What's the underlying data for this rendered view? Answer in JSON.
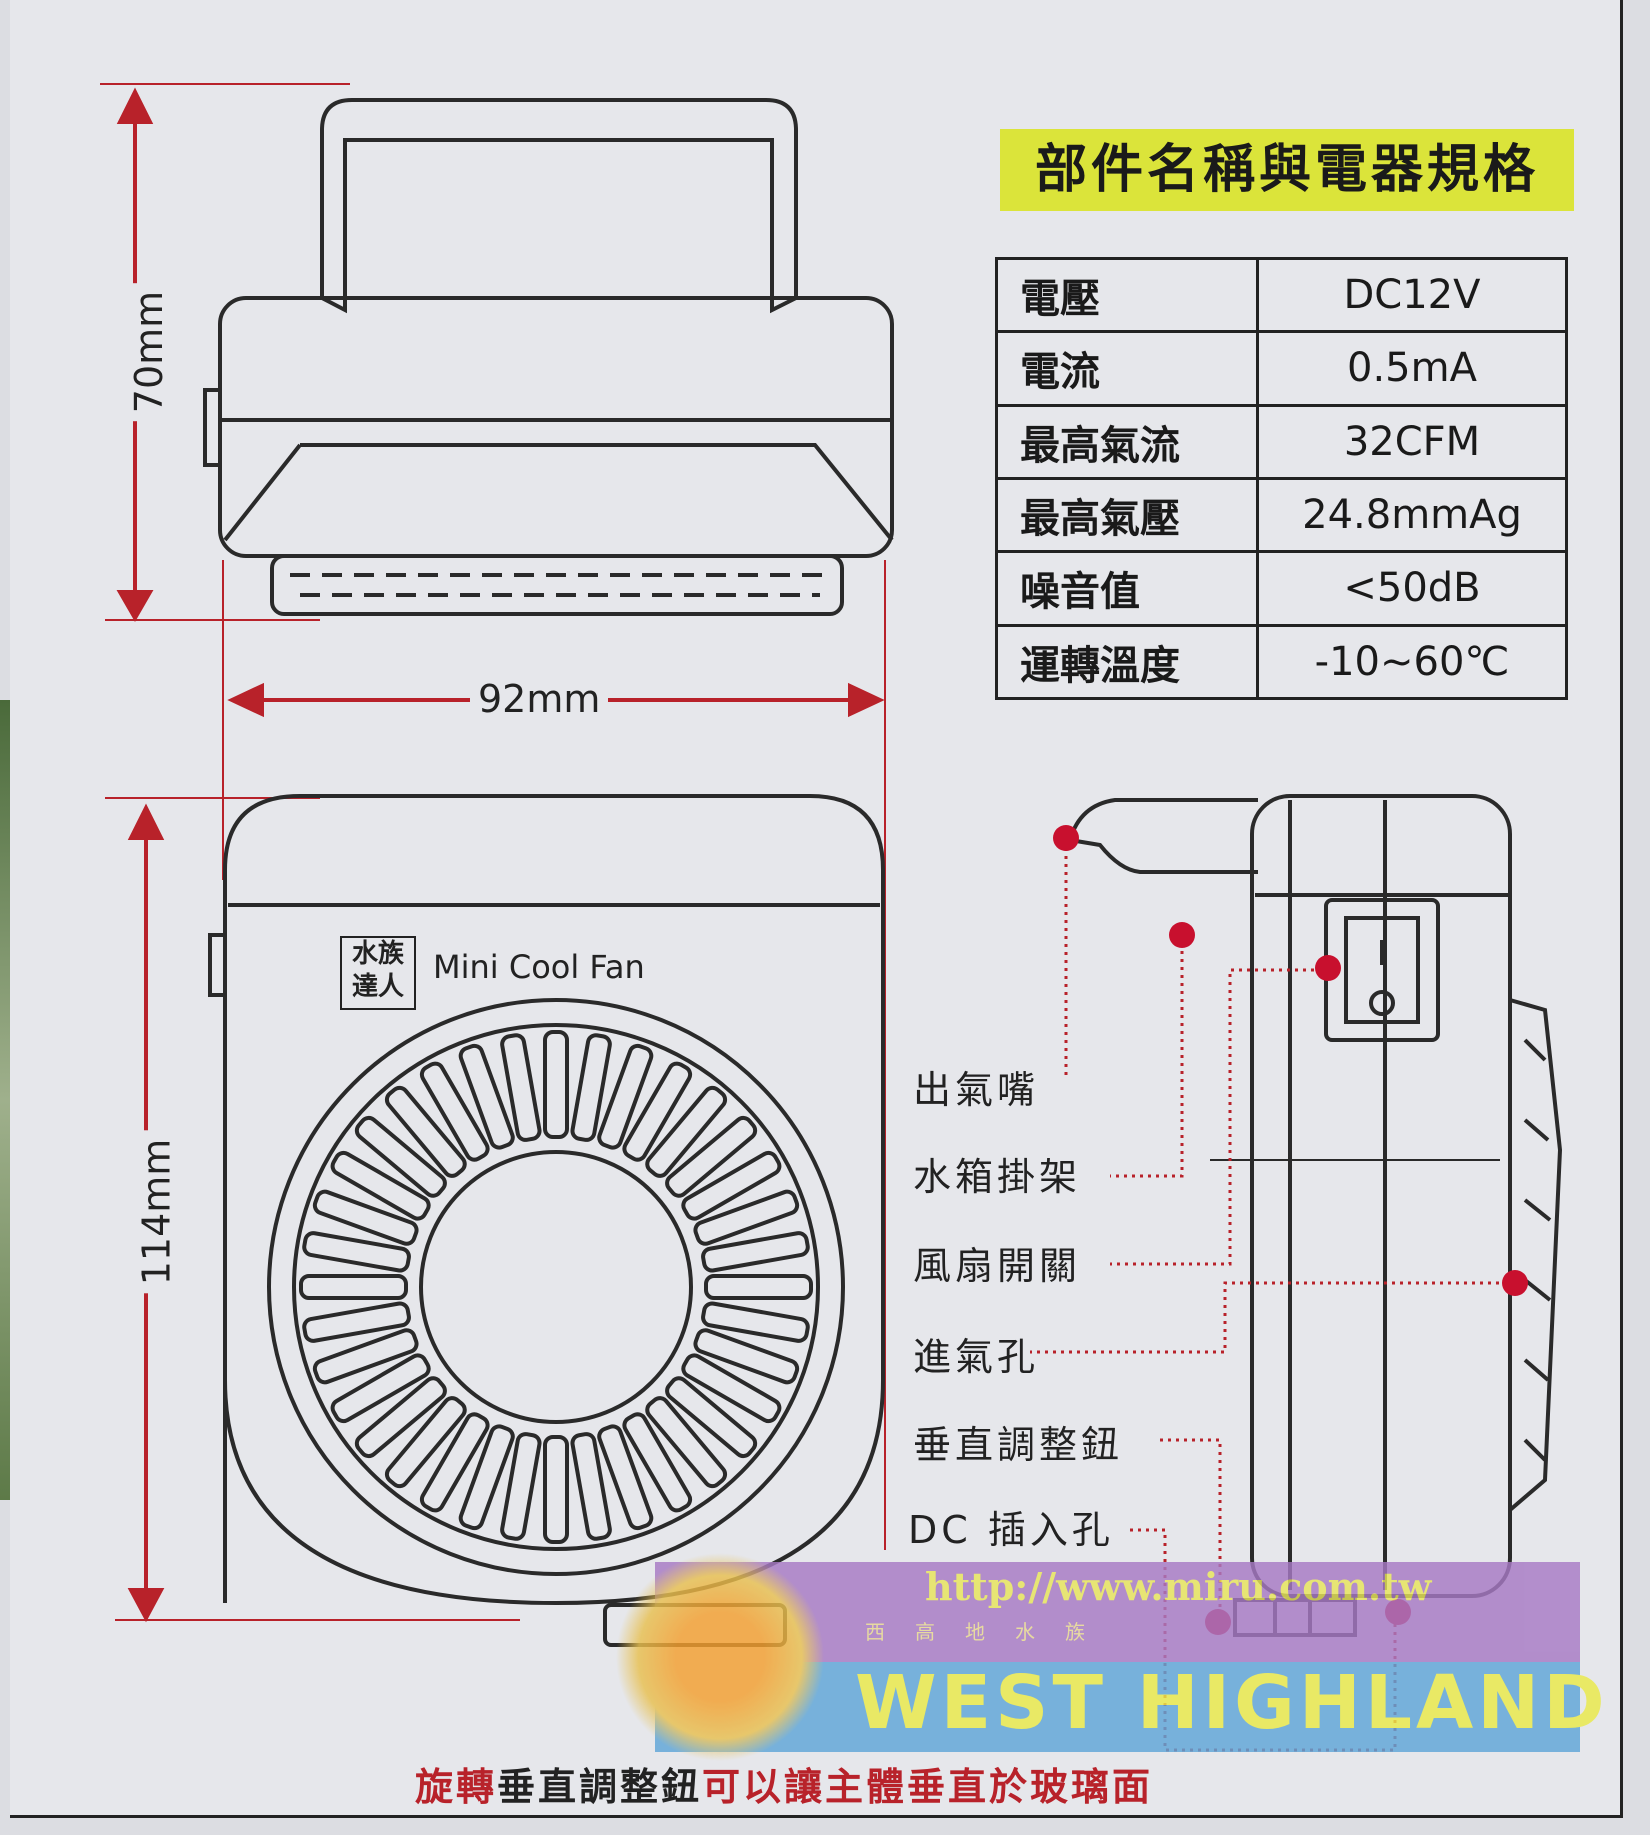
{
  "title": "部件名稱與電器規格",
  "specs": [
    {
      "label": "電壓",
      "value": "DC12V"
    },
    {
      "label": "電流",
      "value": "0.5mA"
    },
    {
      "label": "最高氣流",
      "value": "32CFM"
    },
    {
      "label": "最高氣壓",
      "value": "24.8mmAg"
    },
    {
      "label": "噪音值",
      "value": "<50dB"
    },
    {
      "label": "運轉溫度",
      "value": "-10~60℃"
    }
  ],
  "dimensions": {
    "height_top": "70mm",
    "width": "92mm",
    "height_front": "114mm"
  },
  "product": {
    "logo_text": "水族達人",
    "name": "Mini Cool Fan"
  },
  "parts": [
    "出氣嘴",
    "水箱掛架",
    "風扇開關",
    "進氣孔",
    "垂直調整鈕",
    "DC 插入孔"
  ],
  "footer": {
    "red1": "旋轉",
    "black1": "垂直調整鈕",
    "red2": "可以讓主體垂直於玻璃面"
  },
  "watermark": {
    "url": "http://www.miru.com.tw",
    "subtitle": "西高地水族",
    "name": "WEST HIGHLAND"
  },
  "colors": {
    "accent_red": "#b8222a",
    "banner_yellow": "#dbe43a",
    "marker": "#c8102e"
  }
}
